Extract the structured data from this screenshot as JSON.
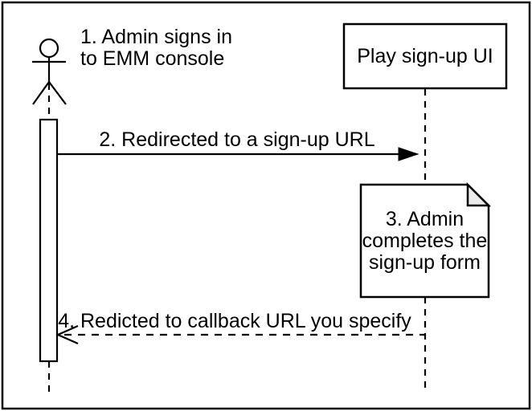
{
  "diagram": {
    "type": "sequence-diagram",
    "colors": {
      "background": "#ffffff",
      "stroke": "#000000",
      "shape_fill": "#ffffff",
      "note_fold_fill": "#ebebeb"
    },
    "participants": {
      "actor": "admin-actor",
      "box_label": "Play sign-up UI"
    },
    "labels": {
      "step1": "1. Admin signs in\nto EMM console",
      "step2": "2. Redirected to a sign-up URL",
      "step3": "3. Admin\ncompletes the\nsign-up form",
      "step4": "4. Redicted to callback URL you specify"
    }
  }
}
